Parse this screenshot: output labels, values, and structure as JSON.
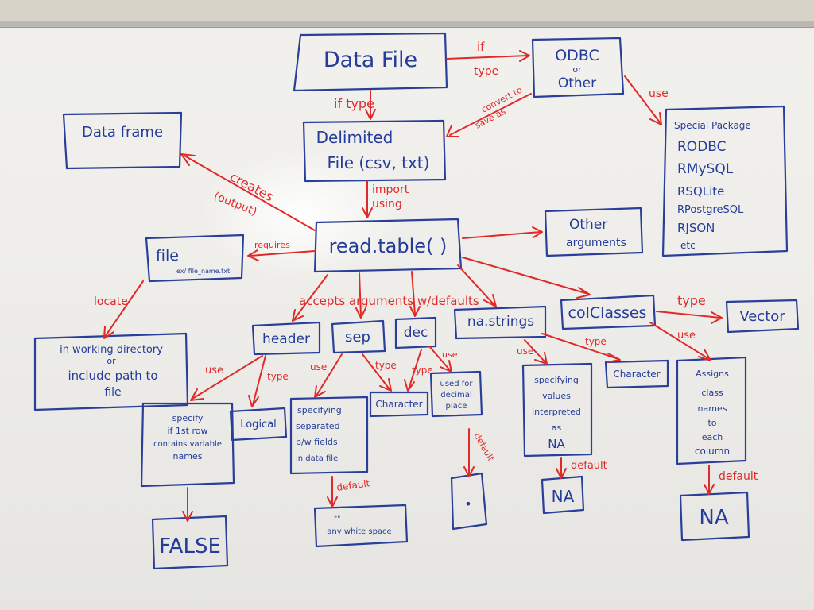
{
  "nodes": {
    "data_file": "Data File",
    "odbc": [
      "ODBC",
      "or",
      "Other"
    ],
    "delimited": [
      "Delimited",
      "File (csv, txt)"
    ],
    "data_frame": "Data frame",
    "special_package": [
      "Special Package",
      "RODBC",
      "RMySQL",
      "RSQLite",
      "RPostgreSQL",
      "RJSON",
      "etc"
    ],
    "read_table": "read.table( )",
    "other_args": [
      "Other",
      "arguments"
    ],
    "file": "file",
    "file_example": "ex/ file_name.txt",
    "working_dir": [
      "in working directory",
      "or",
      "include path to",
      "file"
    ],
    "header": "header",
    "sep": "sep",
    "dec": "dec",
    "na_strings": "na.strings",
    "colclasses": "colClasses",
    "vector": "Vector",
    "specify": [
      "specify",
      "if 1st row",
      "contains variable",
      "names"
    ],
    "logical": "Logical",
    "specifying_sep": [
      "specifying",
      "separated",
      "b/w fields",
      "in data file"
    ],
    "character_1": "Character",
    "used_for": [
      "used for",
      "decimal",
      "place"
    ],
    "specifying_na": [
      "specifying",
      "values",
      "interpreted",
      "as",
      "NA"
    ],
    "character_2": "Character",
    "assigns": [
      "Assigns",
      "class",
      "names",
      "to",
      "each",
      "column"
    ],
    "false_val": "FALSE",
    "white_space": [
      "\"\"",
      "any white space"
    ],
    "dot": "•",
    "na_default_1": "NA",
    "na_default_2": "NA"
  },
  "edges": {
    "if_type_odbc": [
      "if",
      "type"
    ],
    "if_type_delim": "if type",
    "convert_to": [
      "convert to",
      "save as"
    ],
    "use_package": "use",
    "import_using": [
      "import",
      "using"
    ],
    "creates": [
      "creates",
      "(output)"
    ],
    "requires": "requires",
    "locate": "locate",
    "accepts": "accepts  arguments  w/defaults",
    "type_vector": "type",
    "use_assigns": "use",
    "use_header": "use",
    "type_logical": "type",
    "use_sep": "use",
    "type_char_sep": "type",
    "type_char_dec": "type",
    "use_dec": "use",
    "use_na": "use",
    "type_na": "type",
    "default_sep": "default",
    "default_dec": "default",
    "default_na": "default",
    "default_col": "default"
  }
}
